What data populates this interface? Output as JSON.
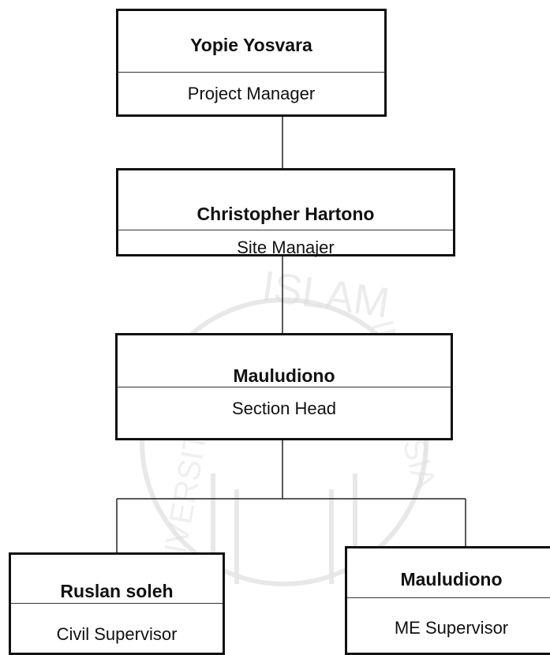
{
  "watermark": {
    "top_text": "ISLAM",
    "left_text": "UNIVERSITAS",
    "right_text": "INDONESIA"
  },
  "nodes": [
    {
      "id": "project-manager",
      "name": "Yopie Yosvara",
      "role": "Project Manager"
    },
    {
      "id": "site-manager",
      "name": "Christopher Hartono",
      "role": "Site Manajer"
    },
    {
      "id": "section-head",
      "name": "Mauludiono",
      "role": "Section Head"
    },
    {
      "id": "civil-supervisor",
      "name": "Ruslan soleh",
      "role": "Civil Supervisor"
    },
    {
      "id": "me-supervisor",
      "name": "Mauludiono",
      "role": "ME Supervisor"
    }
  ]
}
